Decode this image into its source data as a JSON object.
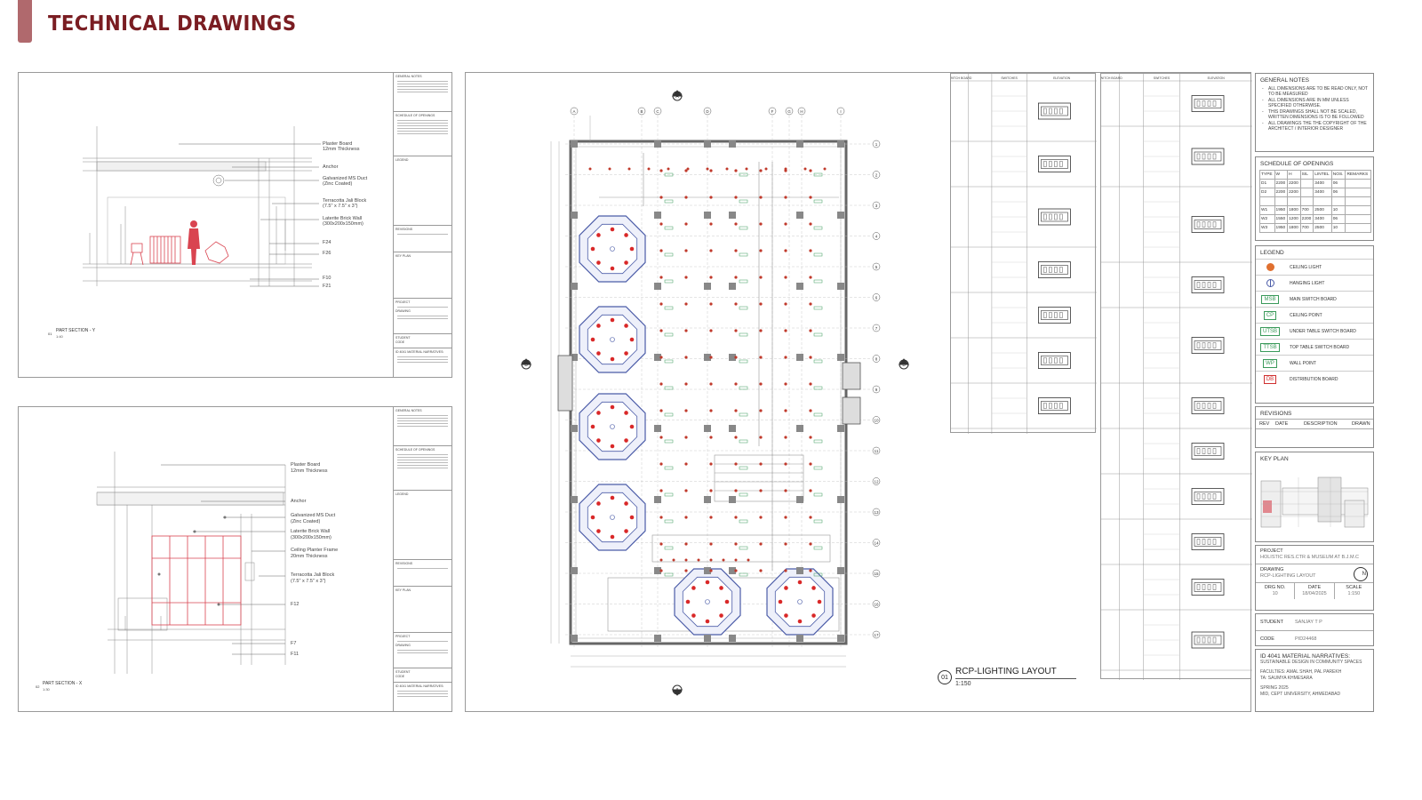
{
  "page": {
    "title": "TECHNICAL DRAWINGS"
  },
  "section_y": {
    "label": "PART SECTION - Y",
    "number": "01",
    "scale": "1:40",
    "callouts": [
      "Plaster Board",
      "12mm Thickness",
      "Anchor",
      "Galvanized MS Duct",
      "(Zinc Coated)",
      "Terracotta Jali Block",
      "(7.5\" x 7.5\" x 3\")",
      "Laterite Brick Wall",
      "(300x200x150mm)",
      "F24",
      "F26",
      "F10",
      "F21"
    ]
  },
  "section_x": {
    "label": "PART SECTION - X",
    "number": "02",
    "scale": "1:30",
    "callouts": [
      "Plaster Board",
      "12mm Thickness",
      "Anchor",
      "Galvanized MS Duct",
      "(Zinc Coated)",
      "Laterite Brick Wall",
      "(300x200x150mm)",
      "Ceiling Planter Frame",
      "20mm Thickness",
      "Terracotta Jali Block",
      "(7.5\" x 7.5\" x 3\")",
      "F12",
      "F7",
      "F11"
    ]
  },
  "main_drawing": {
    "number": "01",
    "title": "RCP-LIGHTING LAYOUT",
    "scale": "1:150",
    "grid_cols": [
      "A",
      "B",
      "C",
      "D",
      "F",
      "G",
      "H",
      "I"
    ],
    "grid_rows": [
      "1",
      "2",
      "3",
      "4",
      "5",
      "6",
      "7",
      "8",
      "9",
      "10",
      "11",
      "12",
      "13",
      "14",
      "15",
      "16",
      "17"
    ],
    "section_markers": [
      "A",
      "B"
    ]
  },
  "switch_table": {
    "headers": [
      "SWITCH BOARD",
      "SWITCHES",
      "ELEVATION"
    ]
  },
  "general_notes": {
    "title": "GENERAL NOTES",
    "items": [
      "ALL DIMENSIONS ARE TO BE READ ONLY, NOT TO BE MEASURED",
      "ALL DIMENSIONS ARE IN MM UNLESS SPECIFIED OTHERWISE.",
      "THIS DRAWINGS SHALL NOT BE SCALED, WRITTEN DIMENSIONS IS TO BE FOLLOWED",
      "ALL DRAWINGS THE THE COPYRIGHT OF THE ARCHITECT / INTERIOR DESIGNER"
    ]
  },
  "openings": {
    "title": "SCHEDULE OF OPENINGS",
    "headers": [
      "TYPE",
      "W",
      "H",
      "SIL",
      "LINTEL",
      "NOS.",
      "REMARKS"
    ],
    "rows": [
      [
        "D1",
        "2200",
        "2200",
        "",
        "3400",
        "06",
        ""
      ],
      [
        "D2",
        "2200",
        "2200",
        "",
        "3400",
        "06",
        ""
      ],
      [
        "W1",
        "1950",
        "1800",
        "700",
        "2500",
        "10",
        ""
      ],
      [
        "W2",
        "1550",
        "1200",
        "2200",
        "3400",
        "06",
        ""
      ],
      [
        "W3",
        "1950",
        "1800",
        "700",
        "2500",
        "10",
        ""
      ]
    ]
  },
  "legend": {
    "title": "LEGEND",
    "items": [
      {
        "symbol": "",
        "label": "CEILING LIGHT",
        "kind": "dot"
      },
      {
        "symbol": "",
        "label": "HANGING LIGHT",
        "kind": "hang"
      },
      {
        "symbol": "MSB",
        "label": "MAIN SWITCH BOARD",
        "kind": "green"
      },
      {
        "symbol": "CP",
        "label": "CEILING POINT",
        "kind": "green"
      },
      {
        "symbol": "UTSB",
        "label": "UNDER TABLE SWITCH BOARD",
        "kind": "green"
      },
      {
        "symbol": "TTSB",
        "label": "TOP TABLE SWITCH BOARD",
        "kind": "green"
      },
      {
        "symbol": "WP",
        "label": "WALL POINT",
        "kind": "green"
      },
      {
        "symbol": "DB",
        "label": "DISTRIBUTION BOARD",
        "kind": "red"
      }
    ]
  },
  "revisions": {
    "title": "REVISIONS",
    "headers": [
      "REV",
      "DATE",
      "DESCRIPTION",
      "DRAWN"
    ]
  },
  "key_plan": {
    "title": "KEY PLAN"
  },
  "project": {
    "label": "PROJECT",
    "value": "HOLISTIC RES.CTR & MUSEUM AT B.J.M.C"
  },
  "drawing": {
    "label": "DRAWING",
    "value": "RCP-LIGHTING LAYOUT",
    "north": "N"
  },
  "drg": {
    "no_label": "DRG NO.",
    "no": "10",
    "date_label": "DATE",
    "date": "18/04/2025",
    "scale_label": "SCALE",
    "scale": "1:150"
  },
  "student": {
    "label": "STUDENT",
    "value": "SANJAY T P"
  },
  "code": {
    "label": "CODE",
    "value": "PID24468"
  },
  "course": {
    "title": "ID 4041 MATERIAL NARRATIVES:",
    "subtitle": "SUSTAINABLE DESIGN IN COMMUNITY SPACES",
    "faculty": "FACULTIES: AMAL SHAH, PAL PAREKH",
    "ta": "TA: SAUMYA KHMESARA",
    "term": "SPRING 2025",
    "school": "MID, CEPT UNIVERSITY, AHMEDABAD"
  }
}
